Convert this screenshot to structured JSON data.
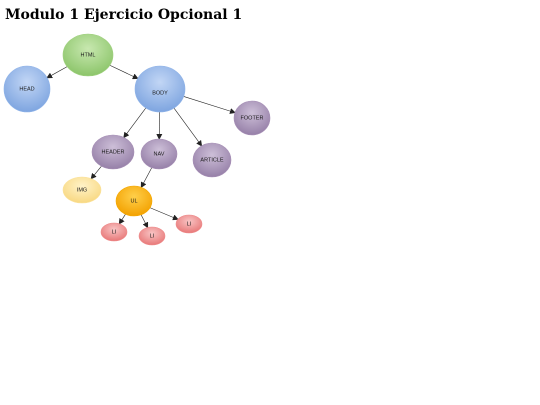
{
  "page": {
    "title": "Modulo 1 Ejercicio Opcional 1"
  },
  "colors": {
    "green": "#9fd07e",
    "blue": "#8fb3e8",
    "purple": "#a78fb6",
    "yellow": "#fbe29a",
    "orange": "#f5a800",
    "red": "#ee8a8a"
  },
  "diagram": {
    "nodes": [
      {
        "id": "html",
        "label": "HTML",
        "color": "green"
      },
      {
        "id": "head",
        "label": "HEAD",
        "color": "blue"
      },
      {
        "id": "body",
        "label": "BODY",
        "color": "blue"
      },
      {
        "id": "footer",
        "label": "FOOTER",
        "color": "purple"
      },
      {
        "id": "header",
        "label": "HEADER",
        "color": "purple"
      },
      {
        "id": "nav",
        "label": "NAV",
        "color": "purple"
      },
      {
        "id": "article",
        "label": "ARTICLE",
        "color": "purple"
      },
      {
        "id": "img",
        "label": "IMG",
        "color": "yellow"
      },
      {
        "id": "ul",
        "label": "UL",
        "color": "orange"
      },
      {
        "id": "li1",
        "label": "LI",
        "color": "red"
      },
      {
        "id": "li2",
        "label": "LI",
        "color": "red"
      },
      {
        "id": "li3",
        "label": "LI",
        "color": "red"
      }
    ],
    "edges": [
      [
        "html",
        "head"
      ],
      [
        "html",
        "body"
      ],
      [
        "body",
        "footer"
      ],
      [
        "body",
        "header"
      ],
      [
        "body",
        "nav"
      ],
      [
        "body",
        "article"
      ],
      [
        "header",
        "img"
      ],
      [
        "nav",
        "ul"
      ],
      [
        "ul",
        "li1"
      ],
      [
        "ul",
        "li2"
      ],
      [
        "ul",
        "li3"
      ]
    ]
  }
}
